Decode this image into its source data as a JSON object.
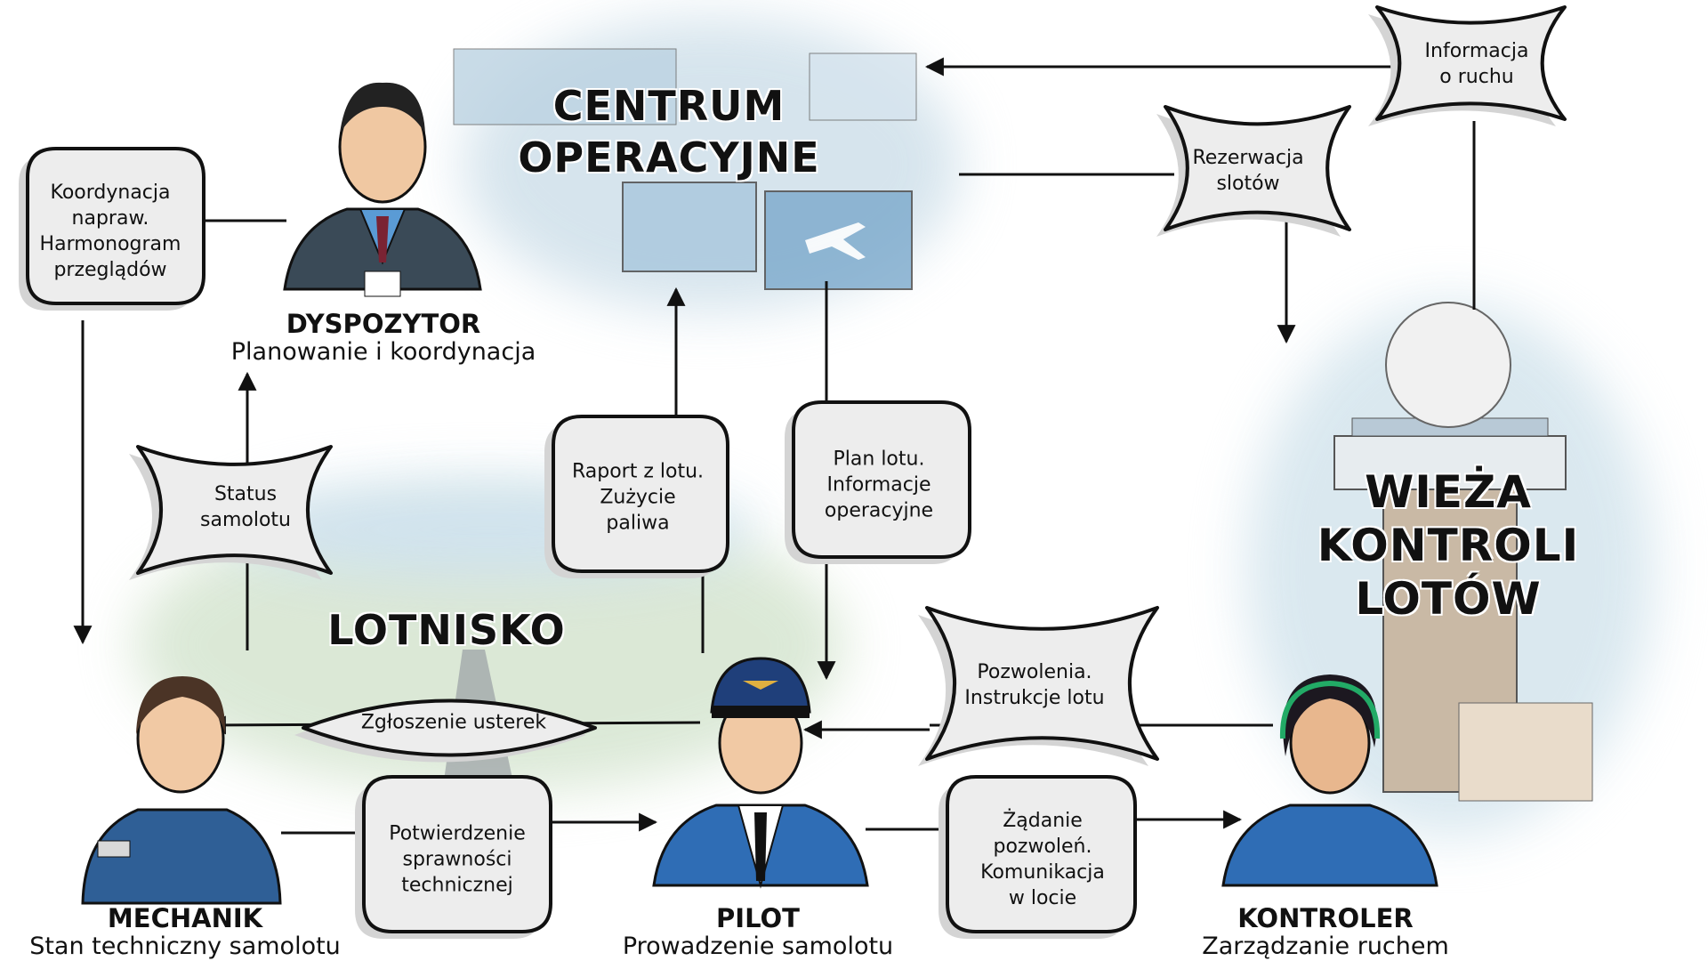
{
  "areas": {
    "ops_center": "CENTRUM\nOPERACYJNE",
    "tower": "WIEŻA\nKONTROLI\nLOTÓW",
    "airport": "LOTNISKO"
  },
  "roles": [
    {
      "id": "dispatcher",
      "name": "DYSPOZYTOR",
      "desc": "Planowanie i koordynacja"
    },
    {
      "id": "mechanic",
      "name": "MECHANIK",
      "desc": "Stan techniczny samolotu"
    },
    {
      "id": "pilot",
      "name": "PILOT",
      "desc": "Prowadzenie samolotu"
    },
    {
      "id": "controller",
      "name": "KONTROLER",
      "desc": "Zarządzanie ruchem"
    }
  ],
  "flows": [
    {
      "id": "traffic-info",
      "label": "Informacja\no ruchu",
      "shape": "wave"
    },
    {
      "id": "slot-reservation",
      "label": "Rezerwacja\nslotów",
      "shape": "wave"
    },
    {
      "id": "maintenance-coordination",
      "label": "Koordynacja\nnapraw.\nHarmonogram\nprzeglądów",
      "shape": "box"
    },
    {
      "id": "aircraft-status",
      "label": "Status\nsamolotu",
      "shape": "wave"
    },
    {
      "id": "flight-report",
      "label": "Raport z lotu.\nZużycie\npaliwa",
      "shape": "box"
    },
    {
      "id": "flight-plan",
      "label": "Plan lotu.\nInformacje\noperacyjne",
      "shape": "box"
    },
    {
      "id": "clearances",
      "label": "Pozwolenia.\nInstrukcje lotu",
      "shape": "wave"
    },
    {
      "id": "defect-report",
      "label": "Zgłoszenie usterek",
      "shape": "lens"
    },
    {
      "id": "airworthiness-confirmation",
      "label": "Potwierdzenie\nsprawności\ntechnicznej",
      "shape": "box"
    },
    {
      "id": "clearance-request",
      "label": "Żądanie\npozwoleń.\nKomunikacja\nw locie",
      "shape": "box"
    }
  ],
  "colors": {
    "uniform": "#2f6db5",
    "outline": "#111111",
    "shadow": "#d4d4d4",
    "fill": "#ededed"
  }
}
